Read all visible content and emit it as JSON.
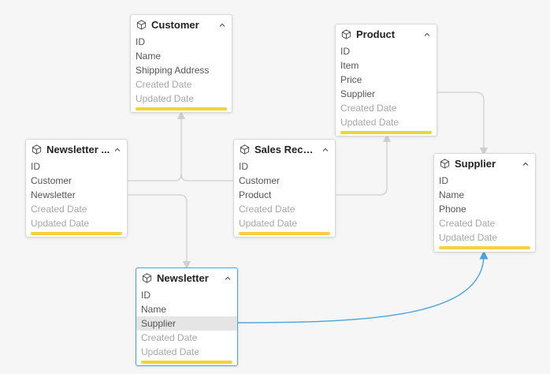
{
  "colors": {
    "accent_yellow": "#f5d13b",
    "selected_border": "#4aa3df",
    "edge_gray": "#cfcfcf",
    "edge_blue": "#4aa3df"
  },
  "icons": {
    "entity": "cube-icon",
    "collapse": "chevron-up-icon"
  },
  "entities": {
    "customer": {
      "title": "Customer",
      "fields": [
        "ID",
        "Name",
        "Shipping Address"
      ],
      "meta": [
        "Created Date",
        "Updated Date"
      ]
    },
    "product": {
      "title": "Product",
      "fields": [
        "ID",
        "Item",
        "Price",
        "Supplier"
      ],
      "meta": [
        "Created Date",
        "Updated Date"
      ]
    },
    "newsletter_sub": {
      "title": "Newsletter ...",
      "fields": [
        "ID",
        "Customer",
        "Newsletter"
      ],
      "meta": [
        "Created Date",
        "Updated Date"
      ]
    },
    "sales_record": {
      "title": "Sales Recor...",
      "fields": [
        "ID",
        "Customer",
        "Product"
      ],
      "meta": [
        "Created Date",
        "Updated Date"
      ]
    },
    "supplier": {
      "title": "Supplier",
      "fields": [
        "ID",
        "Name",
        "Phone"
      ],
      "meta": [
        "Created Date",
        "Updated Date"
      ]
    },
    "newsletter": {
      "title": "Newsletter",
      "fields": [
        "ID",
        "Name",
        "Supplier"
      ],
      "meta": [
        "Created Date",
        "Updated Date"
      ]
    }
  }
}
